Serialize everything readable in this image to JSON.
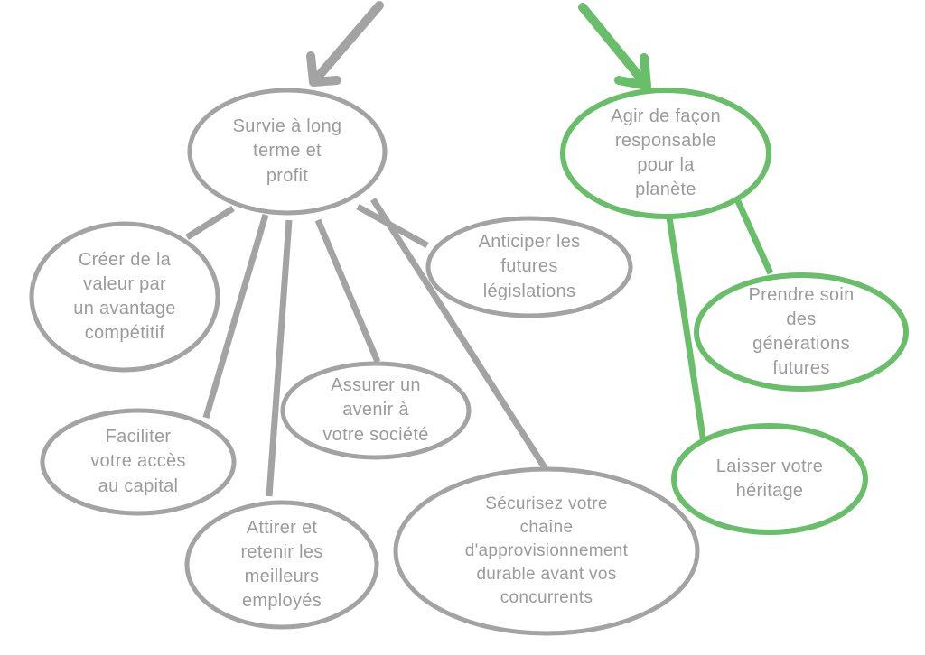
{
  "diagram": {
    "colors": {
      "gray_stroke": "#a3a3a3",
      "green_stroke": "#69be69",
      "text_gray": "#9b9b9b",
      "background": "#ffffff"
    },
    "gray_branch": {
      "root": {
        "label": "Survie à long\nterme et\nprofit"
      },
      "children": [
        {
          "label": "Créer de la\nvaleur par\nun avantage\ncompétitif"
        },
        {
          "label": "Faciliter\nvotre accès\nau capital"
        },
        {
          "label": "Attirer et\nretenir les\nmeilleurs\nemployés"
        },
        {
          "label": "Assurer un\navenir à\nvotre société"
        },
        {
          "label": "Anticiper les\nfutures\nlégislations"
        },
        {
          "label": "Sécurisez votre\nchaîne\nd'approvisionnement\ndurable avant vos\nconcurrents"
        }
      ]
    },
    "green_branch": {
      "root": {
        "label": "Agir de façon\nresponsable\npour la\nplanète"
      },
      "children": [
        {
          "label": "Prendre soin\ndes\ngénérations\nfutures"
        },
        {
          "label": "Laisser votre\nhéritage"
        }
      ]
    }
  }
}
